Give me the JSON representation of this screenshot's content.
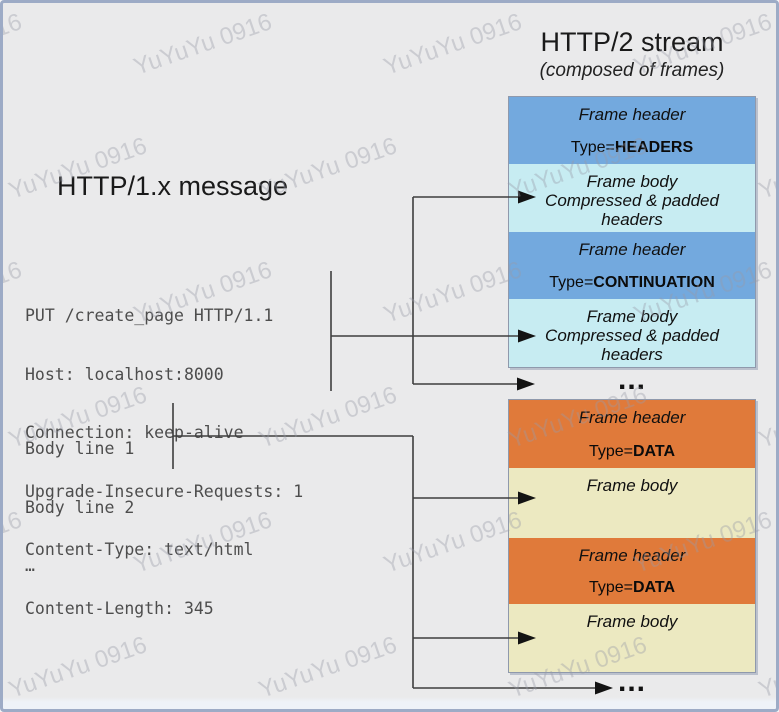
{
  "watermark": {
    "text": "YuYuYu 0916"
  },
  "colors": {
    "frame_blue": "#73a9de",
    "frame_cyan": "#c7ecf2",
    "frame_orange": "#e07a3a",
    "frame_yellow": "#ece9c1",
    "canvas_bg": "#eaeaeb",
    "border": "#9dabc6"
  },
  "left": {
    "title": "HTTP/1.x message",
    "request_lines": [
      "PUT /create_page HTTP/1.1",
      "Host: localhost:8000",
      "Connection: keep-alive",
      "Upgrade-Insecure-Requests: 1",
      "Content-Type: text/html",
      "Content-Length: 345"
    ],
    "body_lines": [
      "Body line 1",
      "Body line 2",
      "…"
    ]
  },
  "right": {
    "title": "HTTP/2 stream",
    "subtitle": "(composed of frames)"
  },
  "stream": {
    "ellipsis": "...",
    "headers_group": [
      {
        "label": "Frame header",
        "type_prefix": "Type=",
        "type_value": "HEADERS"
      },
      {
        "label": "Frame body",
        "note": "Compressed & padded headers"
      },
      {
        "label": "Frame header",
        "type_prefix": "Type=",
        "type_value": "CONTINUATION"
      },
      {
        "label": "Frame body",
        "note": "Compressed & padded headers"
      }
    ],
    "data_group": [
      {
        "label": "Frame header",
        "type_prefix": "Type=",
        "type_value": "DATA"
      },
      {
        "label": "Frame body"
      },
      {
        "label": "Frame header",
        "type_prefix": "Type=",
        "type_value": "DATA"
      },
      {
        "label": "Frame body"
      }
    ]
  }
}
